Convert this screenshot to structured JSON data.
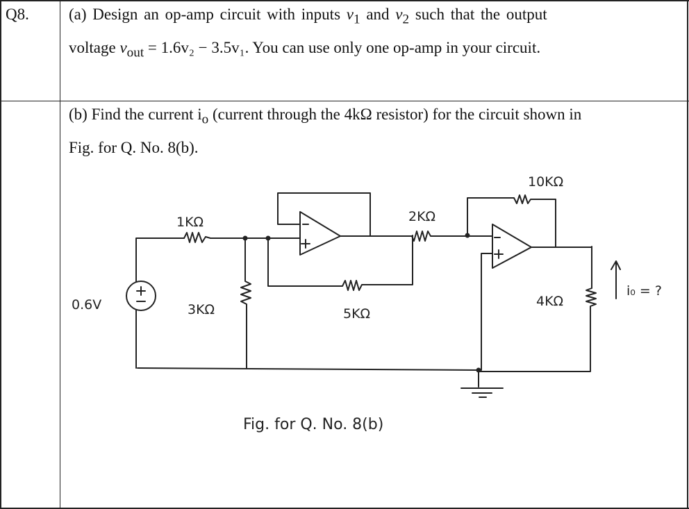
{
  "question_number": "Q8.",
  "part_a": {
    "line1_prefix": "(a) Design an op-amp circuit with inputs",
    "v1": "v",
    "v1_sub": "1",
    "and": "and",
    "v2": "v",
    "v2_sub": "2",
    "line1_suffix": "such that the output",
    "line2_prefix": "voltage",
    "vout": "v",
    "vout_sub": "out",
    "equation": "= 1.6v₂ − 3.5v₁.",
    "line2_suffix": "You can use only one op-amp in your circuit."
  },
  "part_b": {
    "line1": "(b) Find the current i",
    "line1_sub": "o",
    "line1_rest": " (current through the 4kΩ resistor) for the circuit shown in",
    "line2": "Fig. for Q. No. 8(b)."
  },
  "circuit": {
    "source_label": "0.6V",
    "r1": "1KΩ",
    "r2": "2KΩ",
    "r3": "3KΩ",
    "r5": "5KΩ",
    "r10": "10KΩ",
    "r4": "4KΩ",
    "current_label": "i₀ = ?",
    "caption": "Fig. for Q. No. 8(b)"
  }
}
